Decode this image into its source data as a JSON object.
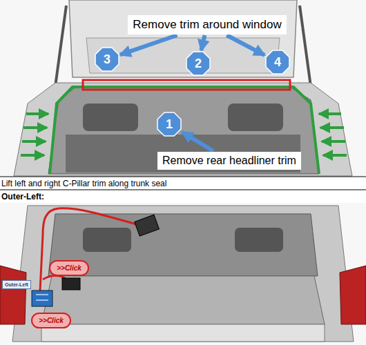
{
  "diagram": {
    "nodes": [
      {
        "text": [
          "Remove trim around window"
        ]
      },
      {
        "text": [
          "3"
        ]
      },
      {
        "text": [
          "2"
        ]
      },
      {
        "text": [
          "4"
        ]
      },
      {
        "text": [
          "1"
        ]
      },
      {
        "text": [
          "Remove rear headliner trim"
        ]
      },
      {
        "text": [
          ">>Click"
        ]
      },
      {
        "text": [
          "Outer-Left"
        ]
      },
      {
        "text": [
          ">>Click"
        ]
      }
    ],
    "edges": [
      {
        "from": 0,
        "to": 1,
        "arrow": "to"
      },
      {
        "from": 0,
        "to": 2,
        "arrow": "to"
      },
      {
        "from": 0,
        "to": 3,
        "arrow": "to"
      },
      {
        "from": 5,
        "to": 4,
        "arrow": "to"
      }
    ],
    "labels": [
      "Lift left and right C-Pillar trim along trunk seal",
      "Outer-Left:"
    ]
  }
}
